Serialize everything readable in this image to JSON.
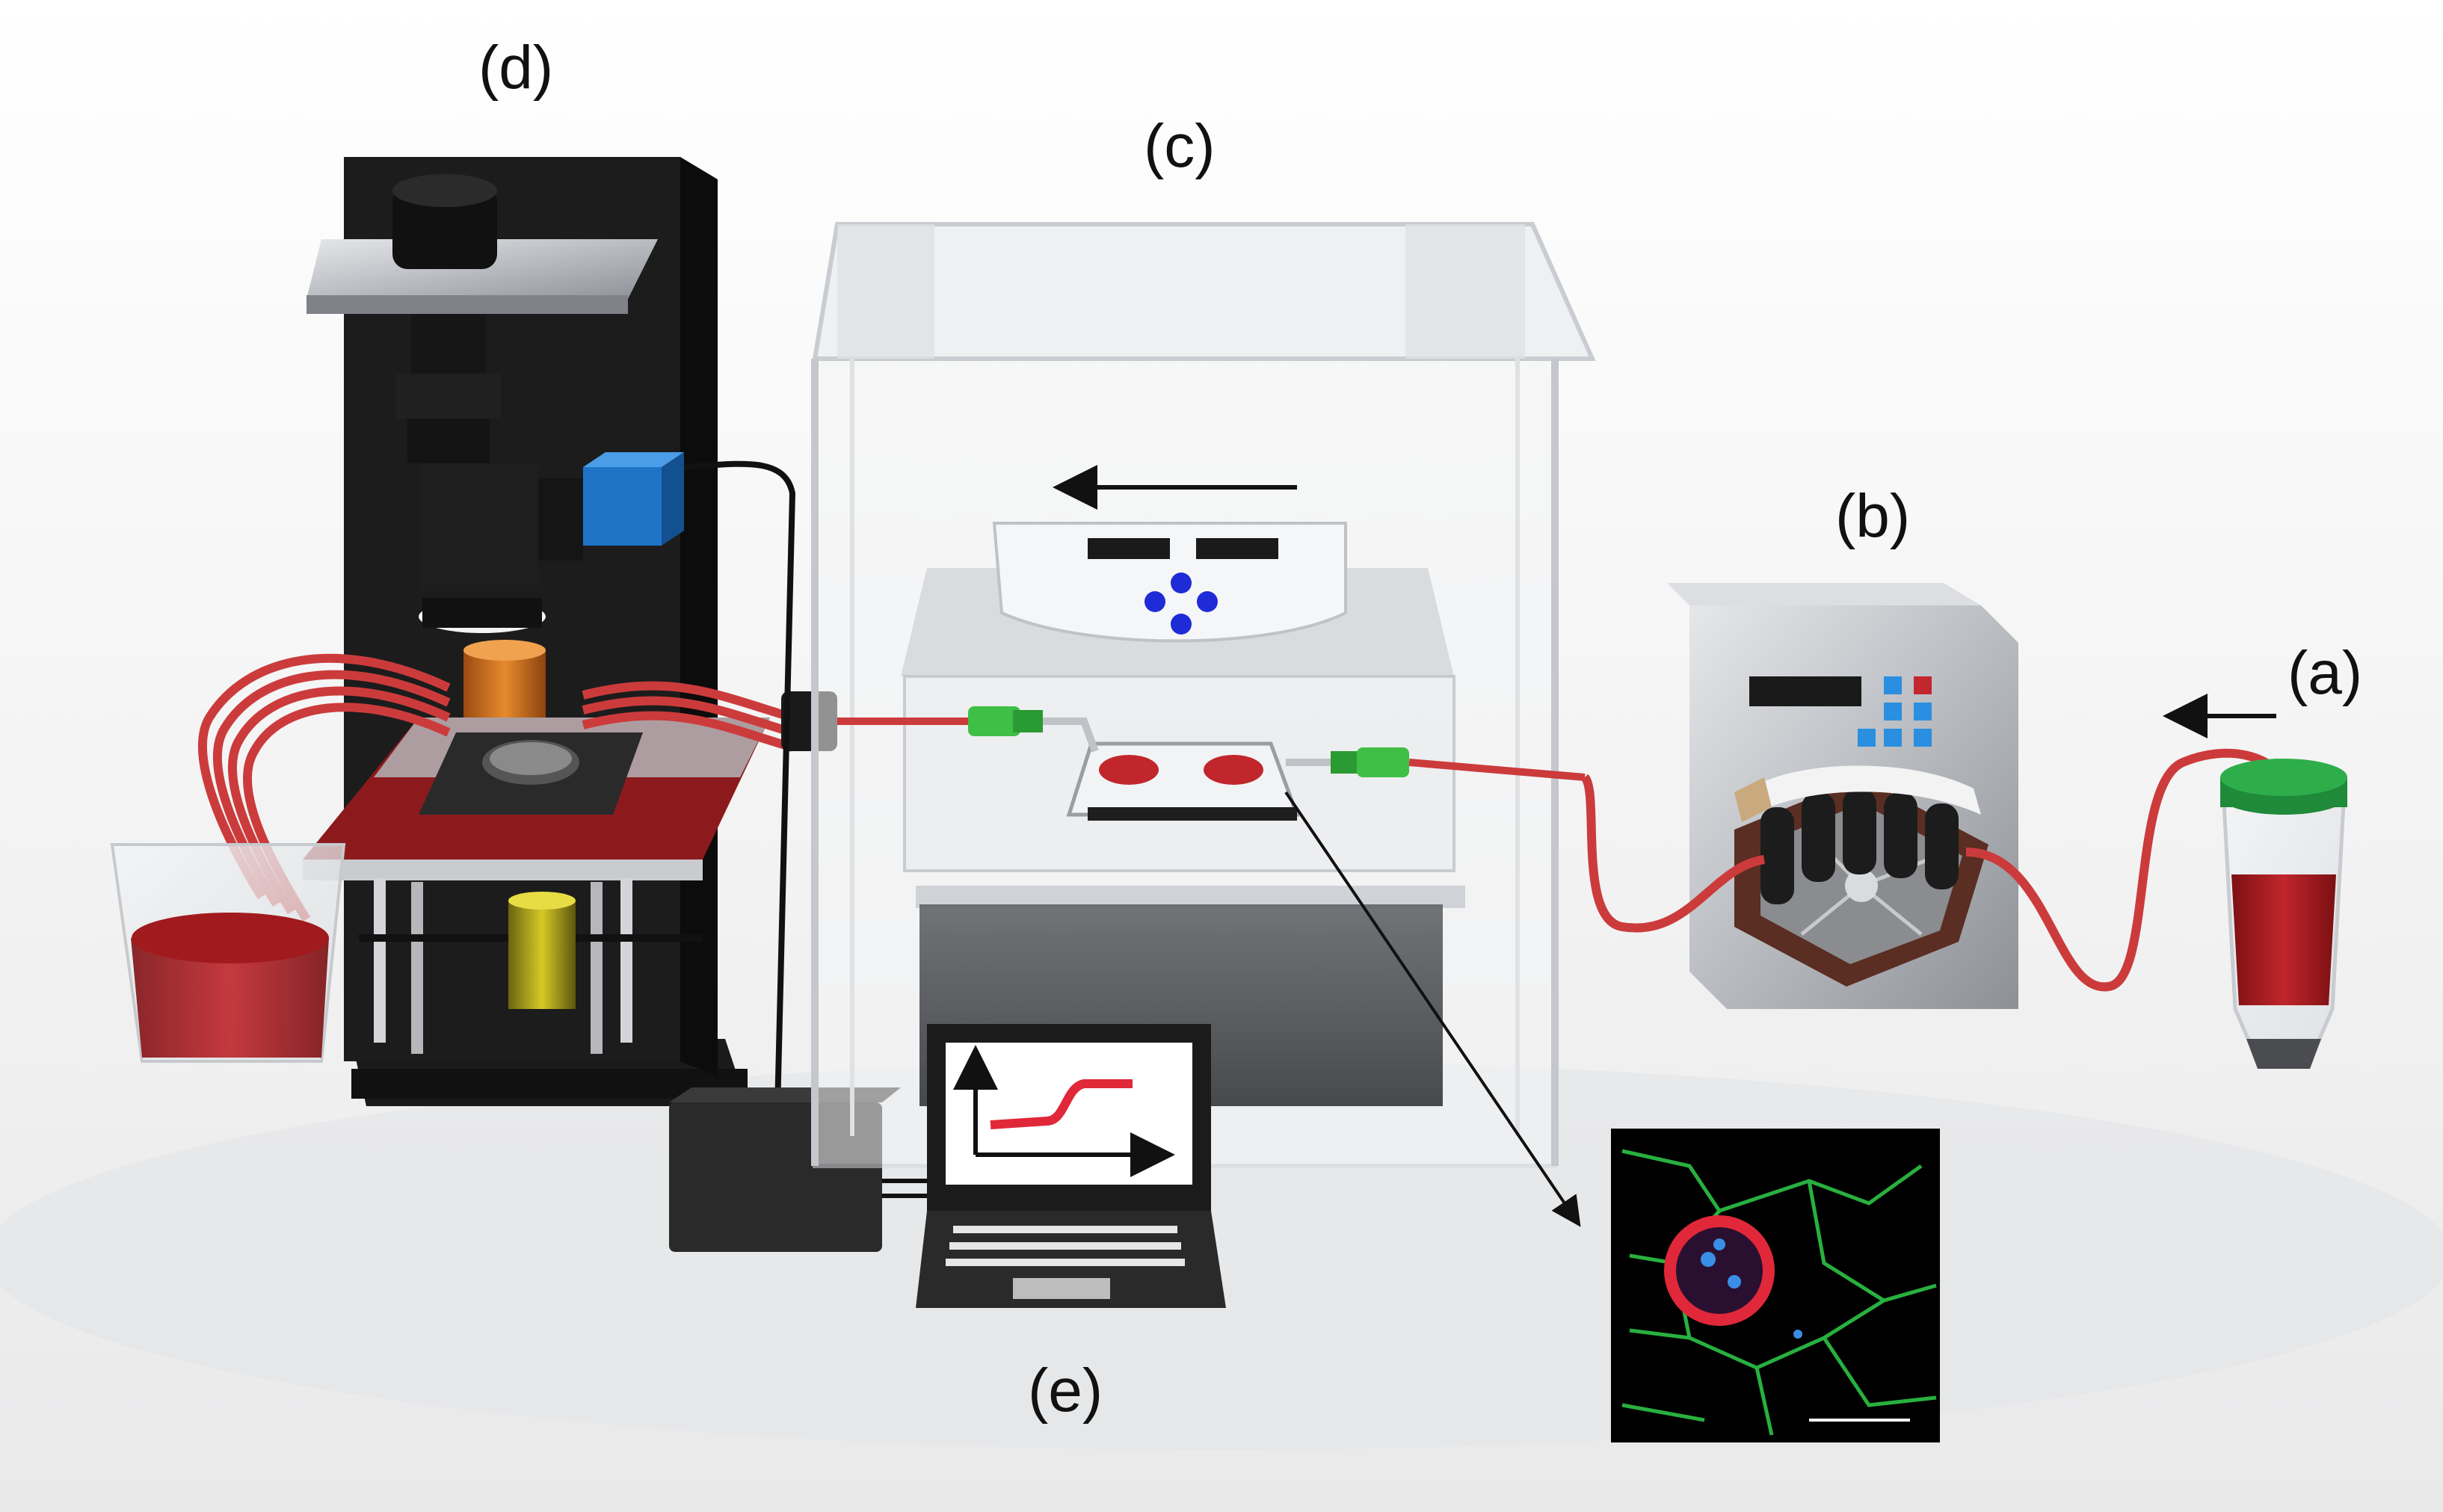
{
  "labels": {
    "a": "(a)",
    "b": "(b)",
    "c": "(c)",
    "d": "(d)",
    "e": "(e)"
  },
  "components": [
    {
      "id": "a",
      "name": "media-reservoir-tube"
    },
    {
      "id": "b",
      "name": "peristaltic-pump"
    },
    {
      "id": "c",
      "name": "incubator-chamber"
    },
    {
      "id": "d",
      "name": "microscope-stage"
    },
    {
      "id": "e",
      "name": "laptop-monitor"
    }
  ],
  "colors": {
    "fluid_red": "#c0262b",
    "tube_red": "#cc3b3b",
    "cap_green": "#1f8a3a",
    "fitting_green": "#3fbf45",
    "camera_blue": "#1e73c6",
    "button_blue": "#2a8fe0",
    "button_red": "#c3272e",
    "dot_blue": "#1e2bd6",
    "cell_green": "#2fcf4a",
    "spheroid_red": "#e0283a",
    "pump_steel": "#c9cbcf",
    "frame_black": "#1c1c1c"
  },
  "icons": [
    "flow-direction-arrow",
    "flow-direction-arrow",
    "callout-arrow",
    "fluorescence-image"
  ]
}
